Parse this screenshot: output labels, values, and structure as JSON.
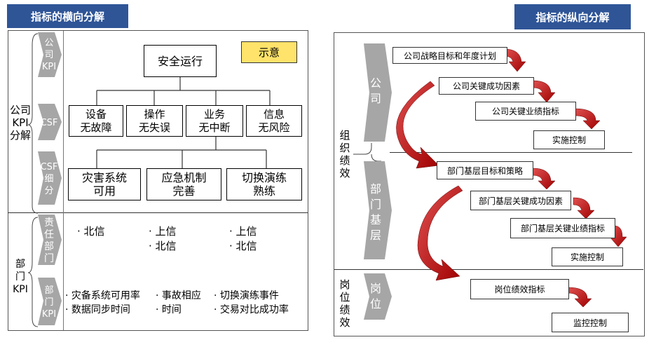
{
  "left": {
    "header": "指标的横向分解",
    "note": "示意",
    "root": "安全运行",
    "outer_top_label": "公司\nKPI\n分解",
    "outer_bottom_label": "部\n门\nKPI",
    "tabs": [
      "公\n司\nKPI",
      "CSF",
      "CSF\n细\n分",
      "责\n任\n部\n门",
      "部\n门\nKPI"
    ],
    "csf": [
      "设备\n无故障",
      "操作\n无失误",
      "业务\n无中断",
      "信息\n无风险"
    ],
    "csf_detail": [
      "灾害系统\n可用",
      "应急机制\n完善",
      "切换演练\n熟练"
    ],
    "dept_bullets": [
      "· 北信",
      "· 上信\n· 北信",
      "· 上信\n· 北信"
    ],
    "kpi_bullets": [
      "· 灾备系统可用率\n· 数据同步时间",
      "· 事故相应\n· 时间",
      "· 切换演练事件\n· 交易对比成功率"
    ]
  },
  "right": {
    "header": "指标的纵向分解",
    "group1_label": "组\n织\n绩\n效",
    "group2_label": "岗\n位\n绩\n效",
    "tabs": [
      "公\n司",
      "部\n门\n基\n层",
      "岗\n位"
    ],
    "company_steps": [
      "公司战略目标和年度计划",
      "公司关键成功因素",
      "公司关键业绩指标",
      "实施控制"
    ],
    "dept_steps": [
      "部门基层目标和策略",
      "部门基层关键成功因素",
      "部门基层关键业绩指标",
      "实施控制"
    ],
    "post_steps": [
      "岗位绩效指标",
      "监控控制"
    ]
  },
  "colors": {
    "header_bg": "#2f5597",
    "tab_gray": "#a6a6a6",
    "arrow_red": "#c00000",
    "note_yellow": "#ffe36a"
  }
}
